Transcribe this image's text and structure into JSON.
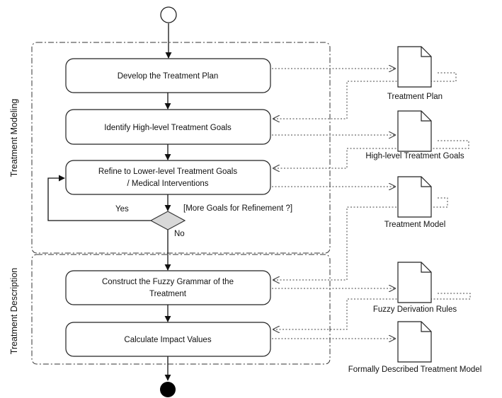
{
  "partitions": {
    "modeling": "Treatment Modeling",
    "description": "Treatment Description"
  },
  "activities": {
    "develop_plan": [
      "Develop the Treatment Plan"
    ],
    "identify_goals": [
      "Identify High-level Treatment Goals"
    ],
    "refine_goals": [
      "Refine to Lower-level Treatment Goals",
      "/ Medical Interventions"
    ],
    "construct_grammar": [
      "Construct the Fuzzy Grammar of the",
      "Treatment"
    ],
    "calculate_impact": [
      "Calculate Impact Values"
    ]
  },
  "decision": {
    "guard": "[More Goals for Refinement ?]",
    "yes": "Yes",
    "no": "No"
  },
  "artifacts": {
    "treatment_plan": "Treatment Plan",
    "high_level_goals": "High-level Treatment Goals",
    "treatment_model": "Treatment Model",
    "fuzzy_rules": "Fuzzy Derivation Rules",
    "formal_model": "Formally Described Treatment Model"
  }
}
